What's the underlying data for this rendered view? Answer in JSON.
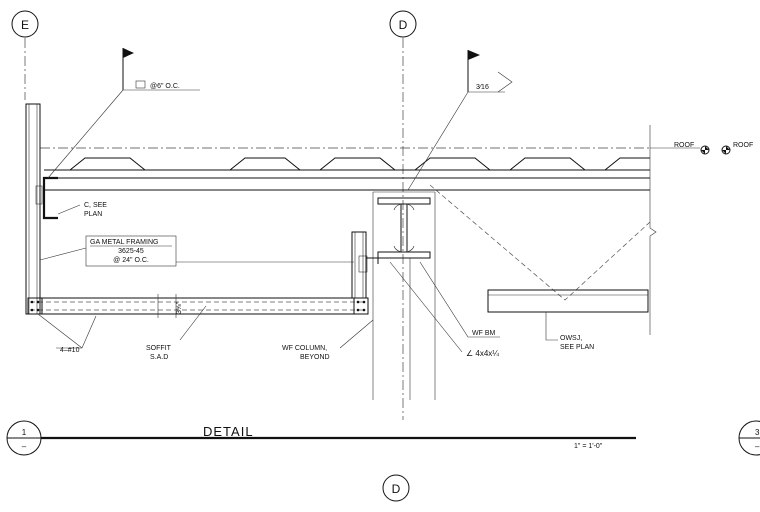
{
  "grid_labels": {
    "e": "E",
    "d_top": "D",
    "d_bottom": "D",
    "one_num": "1",
    "one_sub": "–",
    "three_num": "3",
    "three_sub": "–"
  },
  "notes": {
    "weld_spacing": "@6\" O.C.",
    "weld_size": "3⁄16",
    "roof_left": "ROOF",
    "roof_right": "ROOF",
    "c_see_plan_1": "C, SEE",
    "c_see_plan_2": "PLAN",
    "ga_framing_1": "GA METAL FRAMING",
    "ga_framing_2": "3625-45",
    "ga_framing_3": "@ 24\" O.C.",
    "dim_soffit": "3⅝\"",
    "screws": "4–#10",
    "soffit_1": "SOFFIT",
    "soffit_2": "S.A.D",
    "wf_column_1": "WF COLUMN,",
    "wf_column_2": "BEYOND",
    "wf_bm": "WF BM",
    "angle": "∠ 4x4x¼",
    "owsj_1": "OWSJ,",
    "owsj_2": "SEE PLAN"
  },
  "title_block": {
    "title": "DETAIL",
    "scale": "1\" = 1'-0\""
  }
}
